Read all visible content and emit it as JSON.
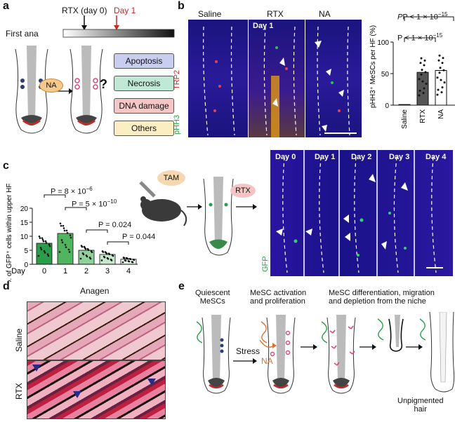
{
  "panel_a": {
    "label": "a",
    "rtx_day0": "RTX (day 0)",
    "day1": "Day 1",
    "first_ana": "First ana",
    "na": "NA",
    "question": "?",
    "outcomes": [
      "Apoptosis",
      "Necrosis",
      "DNA damage",
      "Others"
    ],
    "outcome_colors": [
      "#c9cdf0",
      "#bfe9d6",
      "#f5c6c6",
      "#fbeec3"
    ]
  },
  "panel_b": {
    "label": "b",
    "columns": [
      "Saline",
      "RTX",
      "NA"
    ],
    "day_label": "Day 1",
    "stain_pHH3": "pHH3",
    "stain_TRP2": "TRP2",
    "p_top": "P < 1 × 10",
    "p_top_exp": "−15",
    "p_mid": "P < 1 × 10",
    "p_mid_exp": "−15"
  },
  "panel_c": {
    "label": "c",
    "tam": "TAM",
    "rtx": "RTX",
    "day_axis_label": "Day",
    "p1": "P = 8 × 10",
    "p1_exp": "−6",
    "p2": "P = 5 × 10",
    "p2_exp": "−10",
    "p3": "P = 0.024",
    "p4": "P = 0.044",
    "micro_days": [
      "Day 0",
      "Day 1",
      "Day 2",
      "Day 3",
      "Day 4"
    ],
    "gfp": "GFP"
  },
  "panel_d": {
    "label": "d",
    "title": "Anagen",
    "rows": [
      "Saline",
      "RTX"
    ]
  },
  "panel_e": {
    "label": "e",
    "stage1": "Quiescent\nMeSCs",
    "stage2": "MeSC activation\nand proliferation",
    "stage3": "MeSC differentiation, migration\nand depletion from the niche",
    "stress": "Stress",
    "na": "NA",
    "end_label": "Unpigmented\nhair"
  },
  "chart_data": [
    {
      "type": "bar",
      "panel": "b",
      "categories": [
        "Saline",
        "RTX",
        "NA"
      ],
      "values": [
        1,
        52,
        55
      ],
      "ylabel": "pHH3⁺ MeSCs per HF (%)",
      "ylim": [
        0,
        100
      ],
      "yticks": [
        0,
        50,
        100
      ],
      "colors": [
        "#ffffff",
        "#555555",
        "#ffffff"
      ]
    },
    {
      "type": "bar",
      "panel": "c",
      "categories": [
        "0",
        "1",
        "2",
        "3",
        "4"
      ],
      "values": [
        7.5,
        11,
        5,
        3.5,
        1.8
      ],
      "ylabel": "No. of GFP⁺ cells within upper HF",
      "ylim": [
        0,
        20
      ],
      "yticks": [
        0,
        5,
        10,
        15,
        20
      ],
      "colors": [
        "#2a9d4a",
        "#4fb55e",
        "#8fd19a",
        "#c6e8cb",
        "#eaf6ec"
      ]
    }
  ]
}
